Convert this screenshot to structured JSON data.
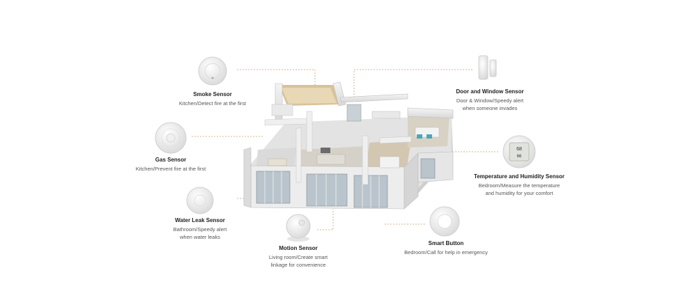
{
  "sensors": [
    {
      "id": "smoke",
      "title": "Smoke Sensor",
      "desc": [
        "Kitchen/Detect fire at the first"
      ]
    },
    {
      "id": "gas",
      "title": "Gas Sensor",
      "desc": [
        "Kitchen/Prevent fire at the first"
      ]
    },
    {
      "id": "water",
      "title": "Water Leak Sensor",
      "desc": [
        "Bathroom/Speedy alert",
        "when water leaks"
      ]
    },
    {
      "id": "motion",
      "title": "Motion Sensor",
      "desc": [
        "Living room/Create smart",
        "linkage for convenience"
      ]
    },
    {
      "id": "door",
      "title": "Door and Window Sensor",
      "desc": [
        "Door & Window/Speedy alert",
        "when someone invades"
      ]
    },
    {
      "id": "temp",
      "title": "Temperature and Humidity Sensor",
      "desc": [
        "Bedroom/Measure the temperature",
        "and humidity for your comfort"
      ]
    },
    {
      "id": "button",
      "title": "Smart Button",
      "desc": [
        "Bedroom/Call for help in emergency"
      ]
    }
  ],
  "colors": {
    "leader": "#c8a06a",
    "wall": "#e9e9e9",
    "floor": "#d9c29a",
    "glass": "#b9c4cc"
  },
  "icons": {
    "smoke": "smoke-sensor-icon",
    "gas": "gas-sensor-icon",
    "water": "water-leak-sensor-icon",
    "motion": "motion-sensor-icon",
    "door": "door-window-sensor-icon",
    "temp": "thermo-hygrometer-icon",
    "button": "smart-button-icon"
  }
}
